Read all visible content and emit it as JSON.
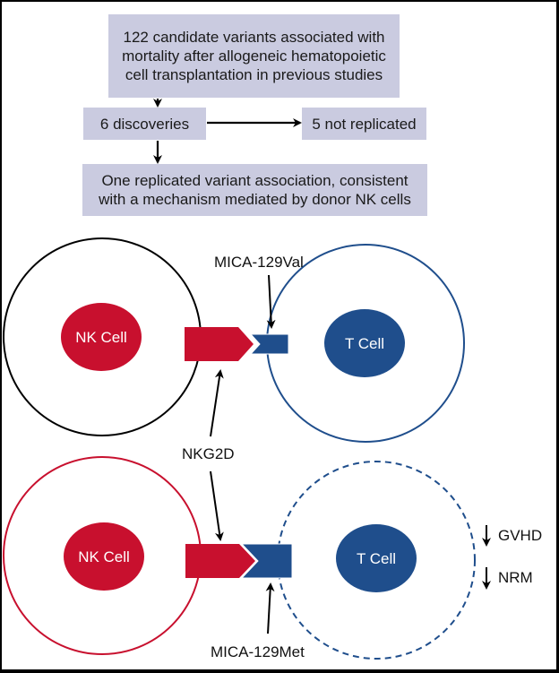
{
  "flowchart": {
    "top_box": [
      "122 candidate variants associated with",
      "mortality after allogeneic hematopoietic",
      "cell transplantation in previous studies"
    ],
    "discoveries_box": "6 discoveries",
    "not_replicated_box": "5 not replicated",
    "result_box": [
      "One replicated variant association, consistent",
      "with a mechanism mediated by donor NK cells"
    ]
  },
  "diagram": {
    "top_panel": {
      "nk_cell_label": "NK Cell",
      "t_cell_label": "T Cell",
      "variant_label": "MICA-129Val"
    },
    "receptor_label": "NKG2D",
    "bottom_panel": {
      "nk_cell_label": "NK Cell",
      "t_cell_label": "T Cell",
      "variant_label": "MICA-129Met"
    },
    "outcomes": [
      {
        "direction": "decrease",
        "label": "GVHD"
      },
      {
        "direction": "decrease",
        "label": "NRM"
      }
    ]
  },
  "colors": {
    "box_fill": "#cacbe0",
    "nk_red": "#c8102e",
    "t_blue": "#1f4e8c"
  }
}
